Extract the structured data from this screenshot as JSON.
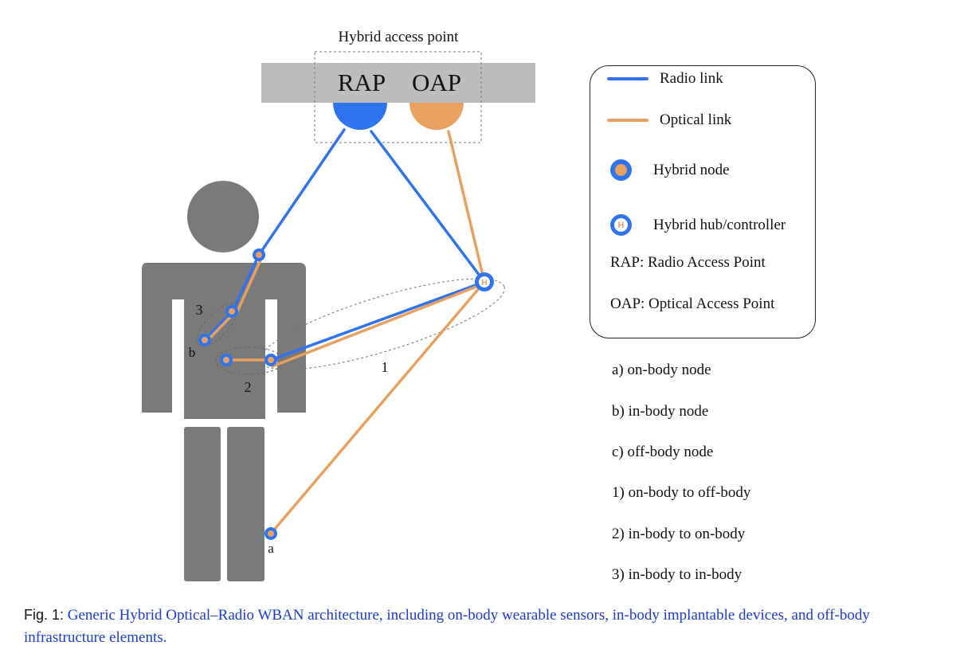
{
  "access_point": {
    "title": "Hybrid access point",
    "rap_label": "RAP",
    "oap_label": "OAP"
  },
  "diagram_labels": {
    "a": "a",
    "b": "b",
    "one": "1",
    "two": "2",
    "three": "3"
  },
  "legend": {
    "radio_link": "Radio link",
    "optical_link": "Optical link",
    "hybrid_node": "Hybrid node",
    "hybrid_hub": "Hybrid hub/controller",
    "hub_glyph": "H",
    "rap_def": "RAP: Radio Access Point",
    "oap_def": "OAP: Optical Access Point"
  },
  "categories": [
    "a) on-body node",
    "b) in-body node",
    "c) off-body node",
    "1) on-body to off-body",
    "2) in-body to on-body",
    "3) in-body to in-body"
  ],
  "caption": {
    "fig_label": "Fig. 1:",
    "text": "Generic Hybrid Optical–Radio WBAN architecture, including on-body wearable sensors, in-body implantable devices, and off-body infrastructure elements."
  },
  "colors": {
    "radio": "#2f73ee",
    "optical": "#e8a160",
    "body": "#7a7a7a",
    "access_bar": "#bdbdbd"
  }
}
